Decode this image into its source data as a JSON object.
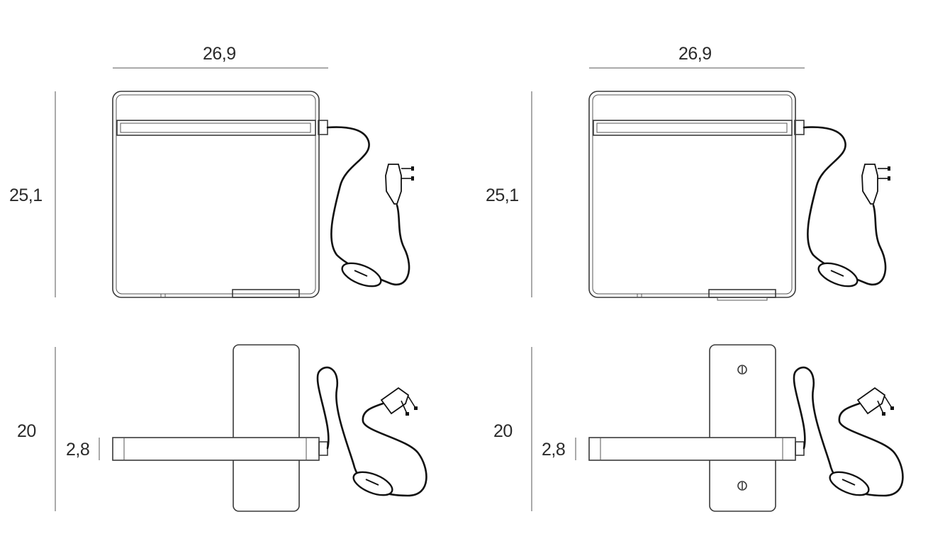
{
  "drawings": [
    {
      "name": "variant-left",
      "dims": {
        "width": "26,9",
        "height": "25,1",
        "depth": "20",
        "thickness": "2,8"
      }
    },
    {
      "name": "variant-right",
      "dims": {
        "width": "26,9",
        "height": "25,1",
        "depth": "20",
        "thickness": "2,8"
      }
    }
  ],
  "colors": {
    "line": "#3a3a3a",
    "cord": "#111111",
    "text": "#2a2a2a",
    "background": "#ffffff"
  }
}
